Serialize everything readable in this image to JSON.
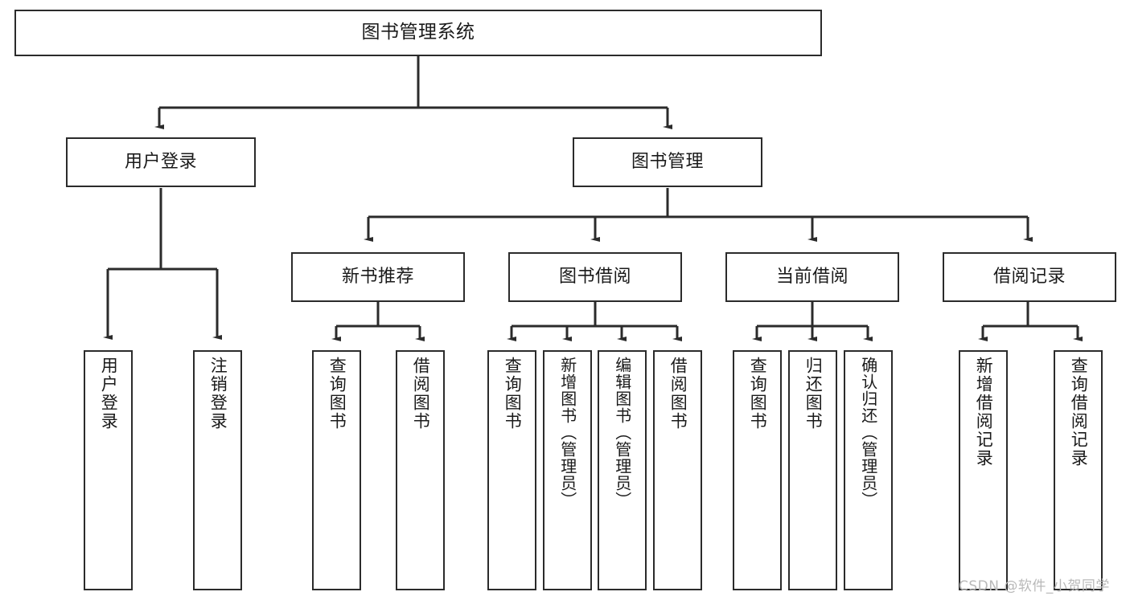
{
  "diagram": {
    "title": "图书管理系统",
    "type": "tree-hierarchy-chart",
    "root": {
      "id": "root",
      "label": "图书管理系统"
    },
    "level2": [
      {
        "id": "user-login",
        "label": "用户登录"
      },
      {
        "id": "book-manage",
        "label": "图书管理"
      }
    ],
    "level3": [
      {
        "id": "new-book-recommend",
        "label": "新书推荐"
      },
      {
        "id": "book-borrow",
        "label": "图书借阅"
      },
      {
        "id": "current-borrow",
        "label": "当前借阅"
      },
      {
        "id": "borrow-record",
        "label": "借阅记录"
      }
    ],
    "leaves": [
      {
        "id": "leaf-user-login",
        "label": "用户登录",
        "parent": "user-login"
      },
      {
        "id": "leaf-user-logout",
        "label": "注销登录",
        "parent": "user-login"
      },
      {
        "id": "leaf-query-book-1",
        "label": "查询图书",
        "parent": "new-book-recommend"
      },
      {
        "id": "leaf-borrow-book-1",
        "label": "借阅图书",
        "parent": "new-book-recommend"
      },
      {
        "id": "leaf-query-book-2",
        "label": "查询图书",
        "parent": "book-borrow"
      },
      {
        "id": "leaf-add-book",
        "label": "新增图书（管理员）",
        "parent": "book-borrow"
      },
      {
        "id": "leaf-edit-book",
        "label": "编辑图书（管理员）",
        "parent": "book-borrow"
      },
      {
        "id": "leaf-borrow-book-2",
        "label": "借阅图书",
        "parent": "book-borrow"
      },
      {
        "id": "leaf-query-book-3",
        "label": "查询图书",
        "parent": "current-borrow"
      },
      {
        "id": "leaf-return-book",
        "label": "归还图书",
        "parent": "current-borrow"
      },
      {
        "id": "leaf-confirm-return",
        "label": "确认归还（管理员）",
        "parent": "current-borrow"
      },
      {
        "id": "leaf-add-record",
        "label": "新增借阅记录",
        "parent": "borrow-record"
      },
      {
        "id": "leaf-query-record",
        "label": "查询借阅记录",
        "parent": "borrow-record"
      }
    ],
    "watermark": "CSDN @软件_小贺同学",
    "colors": {
      "stroke": "#2b2b2b",
      "fill": "#ffffff",
      "text": "#1a1a1a",
      "watermark": "#b9b9b9"
    }
  }
}
